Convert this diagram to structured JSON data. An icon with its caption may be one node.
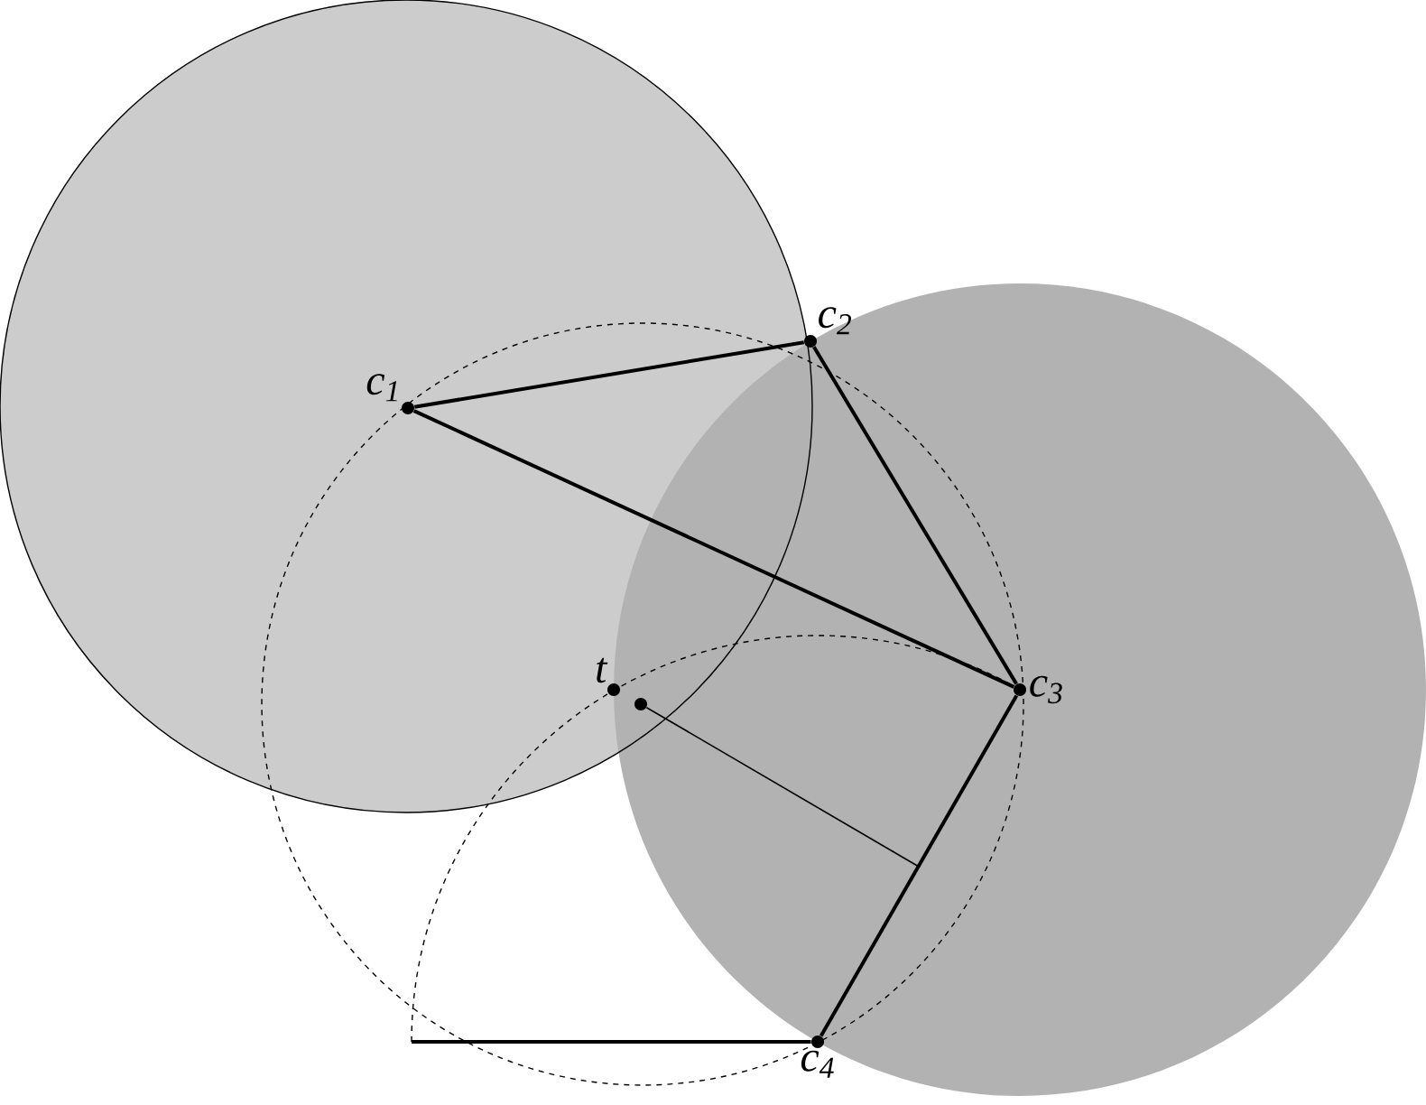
{
  "diagram": {
    "nodes": [
      {
        "text": [
          "c$_{1}$"
        ]
      },
      {
        "text": [
          "c$_{2}$"
        ]
      },
      {
        "text": [
          "c$_{3}$"
        ]
      },
      {
        "text": [
          "c$_{4}$"
        ]
      },
      {
        "text": [
          "t"
        ]
      },
      {
        "text": [],
        "shape": "circle"
      }
    ],
    "edges": [
      {
        "from": 0,
        "to": 1,
        "arrow": "none"
      },
      {
        "from": 0,
        "to": 2,
        "arrow": "none"
      },
      {
        "from": 1,
        "to": 2,
        "arrow": "none"
      },
      {
        "from": 2,
        "to": 3,
        "arrow": "none"
      },
      {
        "from": 3,
        "to": null,
        "arrow": "none"
      },
      {
        "from": 5,
        "to": null,
        "arrow": "none"
      },
      {
        "from": null,
        "to": 2,
        "arrow": "none",
        "style": "dashed"
      }
    ]
  }
}
